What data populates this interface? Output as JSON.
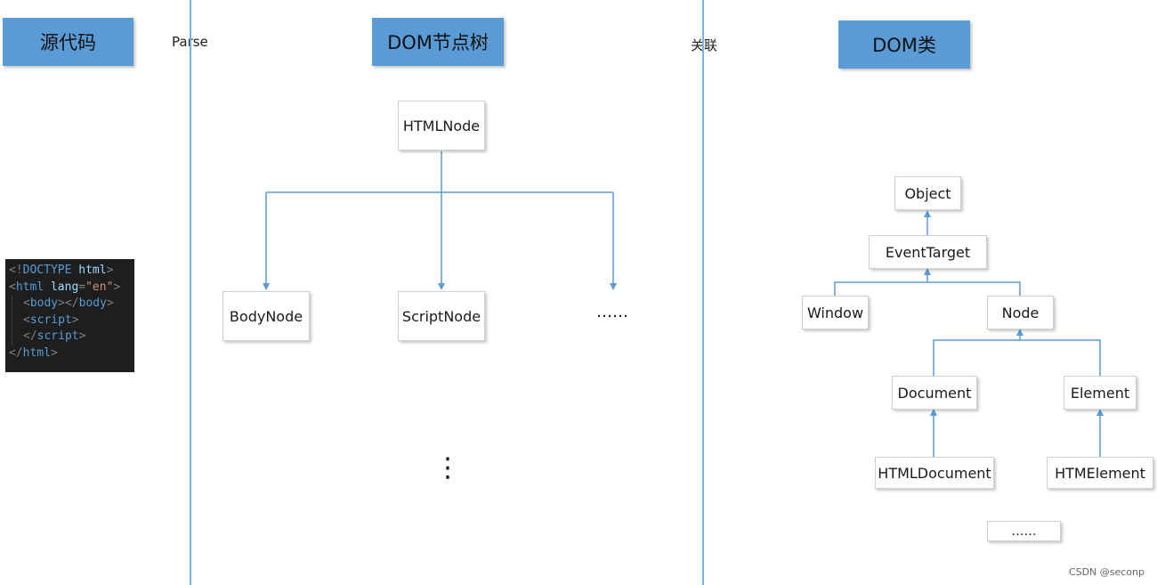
{
  "headers": {
    "source": "源代码",
    "tree": "DOM节点树",
    "classes": "DOM类"
  },
  "labels": {
    "parse": "Parse",
    "relate": "关联"
  },
  "code": {
    "line1_open": "<!",
    "line1_doctype": "DOCTYPE",
    "line1_html": "html",
    "line1_close": ">",
    "line2_open": "<",
    "line2_tag": "html",
    "line2_attr": "lang",
    "line2_eq": "=",
    "line2_val": "\"en\"",
    "line2_close": ">",
    "line3_open": "<",
    "line3_tag": "body",
    "line3_mid": "></",
    "line3_tag2": "body",
    "line3_close": ">",
    "line4_open": "<",
    "line4_tag": "script",
    "line4_close": ">",
    "line5_open": "</",
    "line5_tag": "script",
    "line5_close": ">",
    "line6_open": "</",
    "line6_tag": "html",
    "line6_close": ">"
  },
  "tree": {
    "root": "HTMLNode",
    "children": [
      "BodyNode",
      "ScriptNode",
      "……"
    ],
    "more": "⋮"
  },
  "classes": {
    "object": "Object",
    "event_target": "EventTarget",
    "window": "Window",
    "node": "Node",
    "document": "Document",
    "element": "Element",
    "html_document": "HTMLDocument",
    "html_element": "HTMElement",
    "more": "……"
  },
  "watermark": "CSDN @seconp",
  "colors": {
    "header_fill": "#5b9bd5",
    "connector": "#5b9bd5",
    "divider": "#7fb2dc",
    "code_bg": "#1e1e1e"
  }
}
